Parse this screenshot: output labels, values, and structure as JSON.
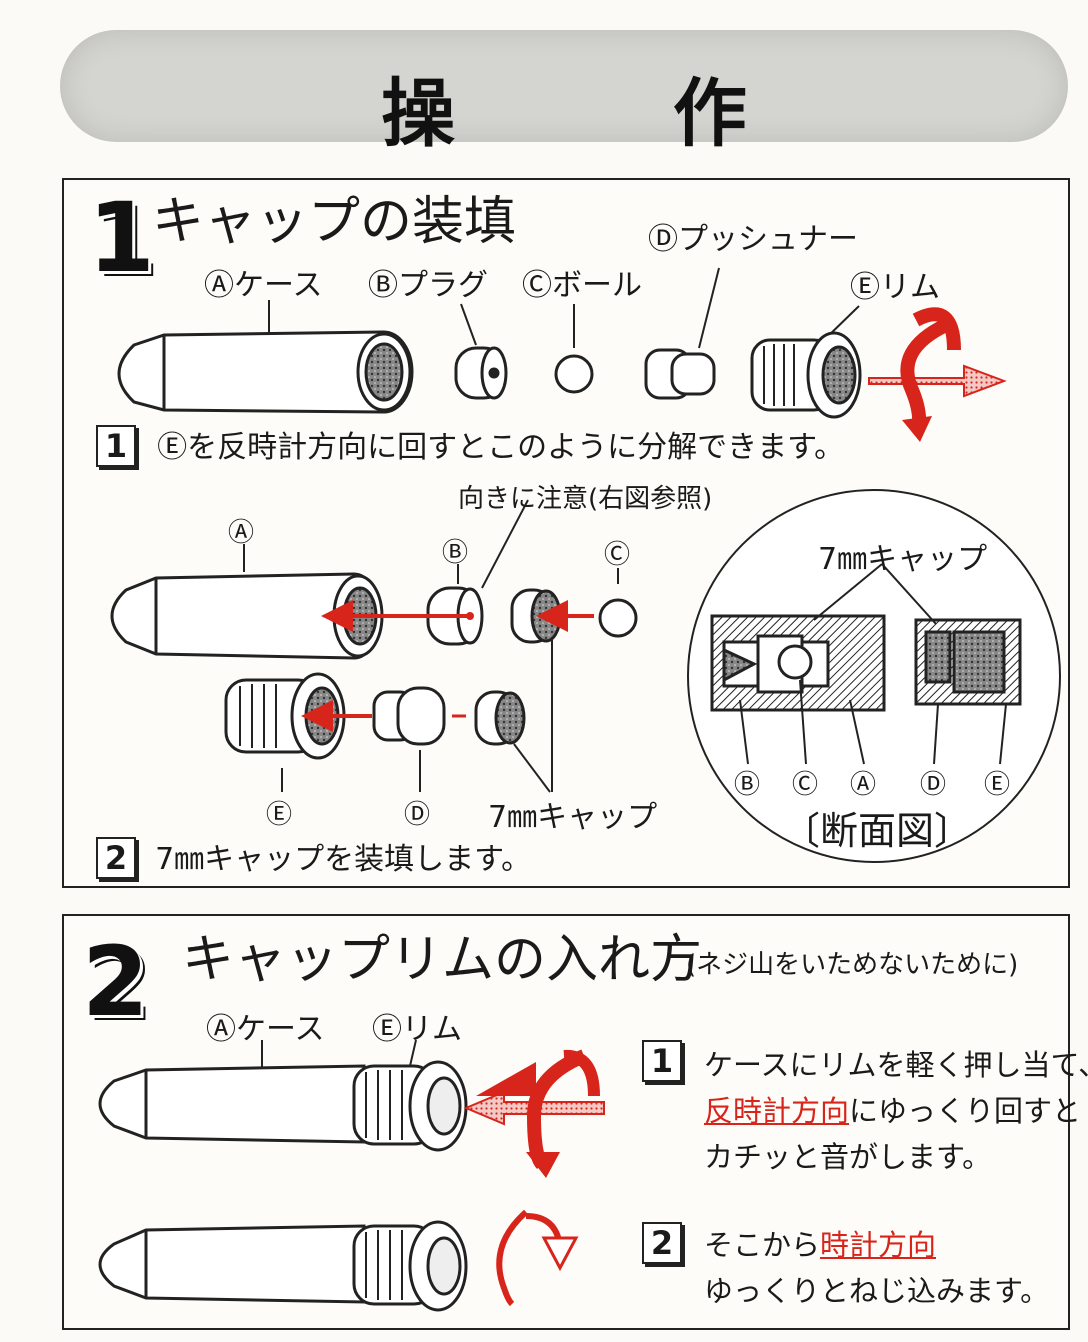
{
  "header": {
    "title": "操 作"
  },
  "section1": {
    "number": "1",
    "title": "キャップの装填",
    "parts": {
      "a": "Ⓐケース",
      "b": "Ⓑプラグ",
      "c": "Ⓒボール",
      "d": "Ⓓプッシュナー",
      "e": "Ⓔリム"
    },
    "step1": {
      "num": "1",
      "text": "Ⓔを反時計方向に回すとこのように分解できます。"
    },
    "note": "向きに注意(右図参照)",
    "letters": {
      "a": "Ⓐ",
      "b": "Ⓑ",
      "c": "Ⓒ",
      "d": "Ⓓ",
      "e": "Ⓔ"
    },
    "cap_label": "7㎜キャップ",
    "section_view": {
      "cap_label": "7㎜キャップ",
      "letters": [
        "Ⓑ",
        "Ⓒ",
        "Ⓐ",
        "Ⓓ",
        "Ⓔ"
      ],
      "caption": "〔断面図〕"
    },
    "step2": {
      "num": "2",
      "text": "7㎜キャップを装填します。"
    }
  },
  "section2": {
    "number": "2",
    "title": "キャップリムの入れ方",
    "subtitle": "(ネジ山をいためないために)",
    "parts": {
      "a": "Ⓐケース",
      "e": "Ⓔリム"
    },
    "step1": {
      "num": "1",
      "line1": "ケースにリムを軽く押し当て、",
      "line2_red": "反時計方向",
      "line2_rest": "にゆっくり回すと",
      "line3": "カチッと音がします。"
    },
    "step2": {
      "num": "2",
      "line1_pre": "そこから",
      "line1_red": "時計方向",
      "line2": "ゆっくりとねじ込みます。"
    }
  },
  "colors": {
    "accent_red": "#d8251c",
    "banner_gray": "#d4d4d0",
    "ink": "#1a1a1a"
  }
}
